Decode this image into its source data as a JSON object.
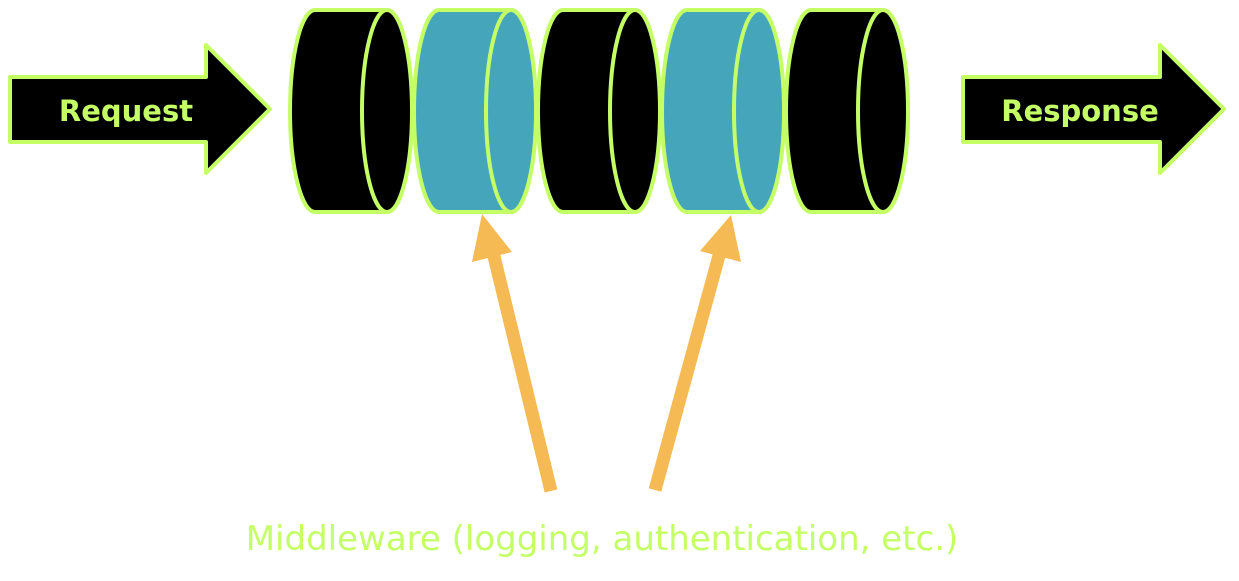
{
  "labels": {
    "request": "Request",
    "response": "Response",
    "caption": "Middleware (logging, authentication, etc.)"
  },
  "pipeline": {
    "segments": [
      {
        "kind": "stage",
        "fill": "#000000"
      },
      {
        "kind": "middleware",
        "fill": "#45a5bb"
      },
      {
        "kind": "stage",
        "fill": "#000000"
      },
      {
        "kind": "middleware",
        "fill": "#45a5bb"
      },
      {
        "kind": "stage",
        "fill": "#000000"
      }
    ]
  },
  "colors": {
    "outline": "#c4ff66",
    "arrow_fill": "#000000",
    "label_text": "#c4ff66",
    "pointer": "#f6ba55",
    "caption_text": "#c4ff66",
    "background": "#ffffff"
  }
}
